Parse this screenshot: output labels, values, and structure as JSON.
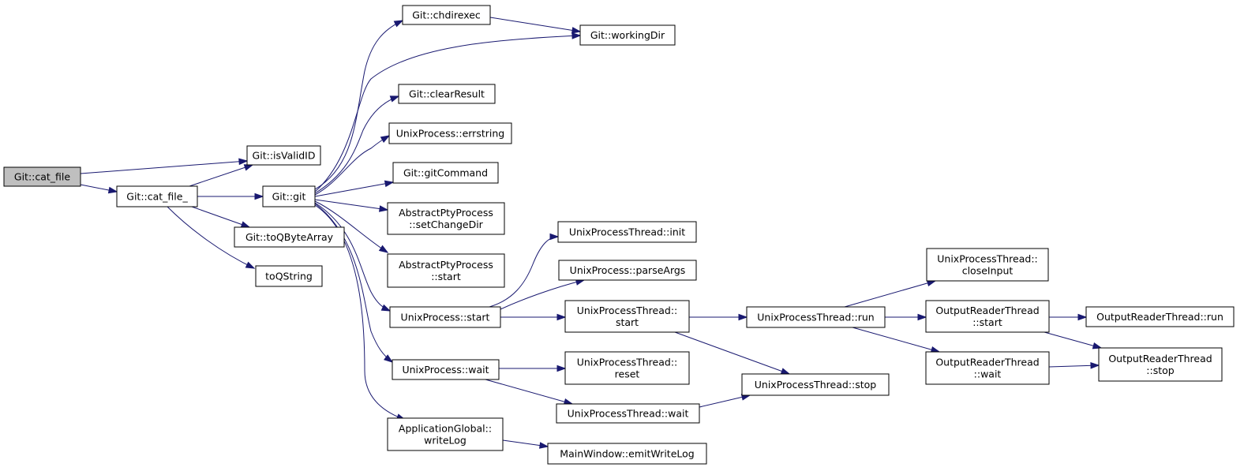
{
  "diagram": {
    "type": "call-graph",
    "nodes": [
      {
        "id": "cat_file",
        "lines": [
          "Git::cat_file"
        ],
        "root": true
      },
      {
        "id": "isValidID",
        "lines": [
          "Git::isValidID"
        ]
      },
      {
        "id": "cat_file_",
        "lines": [
          "Git::cat_file_"
        ]
      },
      {
        "id": "git",
        "lines": [
          "Git::git"
        ]
      },
      {
        "id": "toQByteArray",
        "lines": [
          "Git::toQByteArray"
        ]
      },
      {
        "id": "toQString",
        "lines": [
          "toQString"
        ]
      },
      {
        "id": "chdirexec",
        "lines": [
          "Git::chdirexec"
        ]
      },
      {
        "id": "workingDir",
        "lines": [
          "Git::workingDir"
        ]
      },
      {
        "id": "clearResult",
        "lines": [
          "Git::clearResult"
        ]
      },
      {
        "id": "errstring",
        "lines": [
          "UnixProcess::errstring"
        ]
      },
      {
        "id": "gitCommand",
        "lines": [
          "Git::gitCommand"
        ]
      },
      {
        "id": "setChangeDir",
        "lines": [
          "AbstractPtyProcess",
          "::setChangeDir"
        ]
      },
      {
        "id": "pty_start",
        "lines": [
          "AbstractPtyProcess",
          "::start"
        ]
      },
      {
        "id": "up_start",
        "lines": [
          "UnixProcess::start"
        ]
      },
      {
        "id": "up_wait",
        "lines": [
          "UnixProcess::wait"
        ]
      },
      {
        "id": "writeLog",
        "lines": [
          "ApplicationGlobal::",
          "writeLog"
        ]
      },
      {
        "id": "upt_init",
        "lines": [
          "UnixProcessThread::init"
        ]
      },
      {
        "id": "parseArgs",
        "lines": [
          "UnixProcess::parseArgs"
        ]
      },
      {
        "id": "upt_start",
        "lines": [
          "UnixProcessThread::",
          "start"
        ]
      },
      {
        "id": "upt_reset",
        "lines": [
          "UnixProcessThread::",
          "reset"
        ]
      },
      {
        "id": "upt_wait",
        "lines": [
          "UnixProcessThread::wait"
        ]
      },
      {
        "id": "emitWriteLog",
        "lines": [
          "MainWindow::emitWriteLog"
        ]
      },
      {
        "id": "upt_run",
        "lines": [
          "UnixProcessThread::run"
        ]
      },
      {
        "id": "upt_stop",
        "lines": [
          "UnixProcessThread::stop"
        ]
      },
      {
        "id": "closeInput",
        "lines": [
          "UnixProcessThread::",
          "closeInput"
        ]
      },
      {
        "id": "ort_start",
        "lines": [
          "OutputReaderThread",
          "::start"
        ]
      },
      {
        "id": "ort_wait",
        "lines": [
          "OutputReaderThread",
          "::wait"
        ]
      },
      {
        "id": "ort_run",
        "lines": [
          "OutputReaderThread::run"
        ]
      },
      {
        "id": "ort_stop",
        "lines": [
          "OutputReaderThread",
          "::stop"
        ]
      }
    ],
    "edges": [
      {
        "from": "cat_file",
        "to": "isValidID"
      },
      {
        "from": "cat_file",
        "to": "cat_file_"
      },
      {
        "from": "cat_file_",
        "to": "isValidID"
      },
      {
        "from": "cat_file_",
        "to": "git"
      },
      {
        "from": "cat_file_",
        "to": "toQByteArray"
      },
      {
        "from": "cat_file_",
        "to": "toQString"
      },
      {
        "from": "git",
        "to": "chdirexec"
      },
      {
        "from": "git",
        "to": "workingDir"
      },
      {
        "from": "chdirexec",
        "to": "workingDir"
      },
      {
        "from": "git",
        "to": "clearResult"
      },
      {
        "from": "git",
        "to": "errstring"
      },
      {
        "from": "git",
        "to": "gitCommand"
      },
      {
        "from": "git",
        "to": "setChangeDir"
      },
      {
        "from": "git",
        "to": "pty_start"
      },
      {
        "from": "git",
        "to": "up_start"
      },
      {
        "from": "git",
        "to": "up_wait"
      },
      {
        "from": "git",
        "to": "writeLog"
      },
      {
        "from": "up_start",
        "to": "upt_init"
      },
      {
        "from": "up_start",
        "to": "parseArgs"
      },
      {
        "from": "up_start",
        "to": "upt_start"
      },
      {
        "from": "up_wait",
        "to": "upt_reset"
      },
      {
        "from": "up_wait",
        "to": "upt_wait"
      },
      {
        "from": "writeLog",
        "to": "emitWriteLog"
      },
      {
        "from": "upt_start",
        "to": "upt_run"
      },
      {
        "from": "upt_start",
        "to": "upt_stop"
      },
      {
        "from": "upt_wait",
        "to": "upt_stop"
      },
      {
        "from": "upt_run",
        "to": "closeInput"
      },
      {
        "from": "upt_run",
        "to": "ort_start"
      },
      {
        "from": "upt_run",
        "to": "ort_wait"
      },
      {
        "from": "ort_start",
        "to": "ort_run"
      },
      {
        "from": "ort_start",
        "to": "ort_stop"
      },
      {
        "from": "ort_wait",
        "to": "ort_stop"
      }
    ],
    "colors": {
      "edge": "#191970",
      "node_border": "#000000",
      "node_fill": "#ffffff",
      "root_fill": "#bfbfbf",
      "text": "#000000"
    }
  }
}
